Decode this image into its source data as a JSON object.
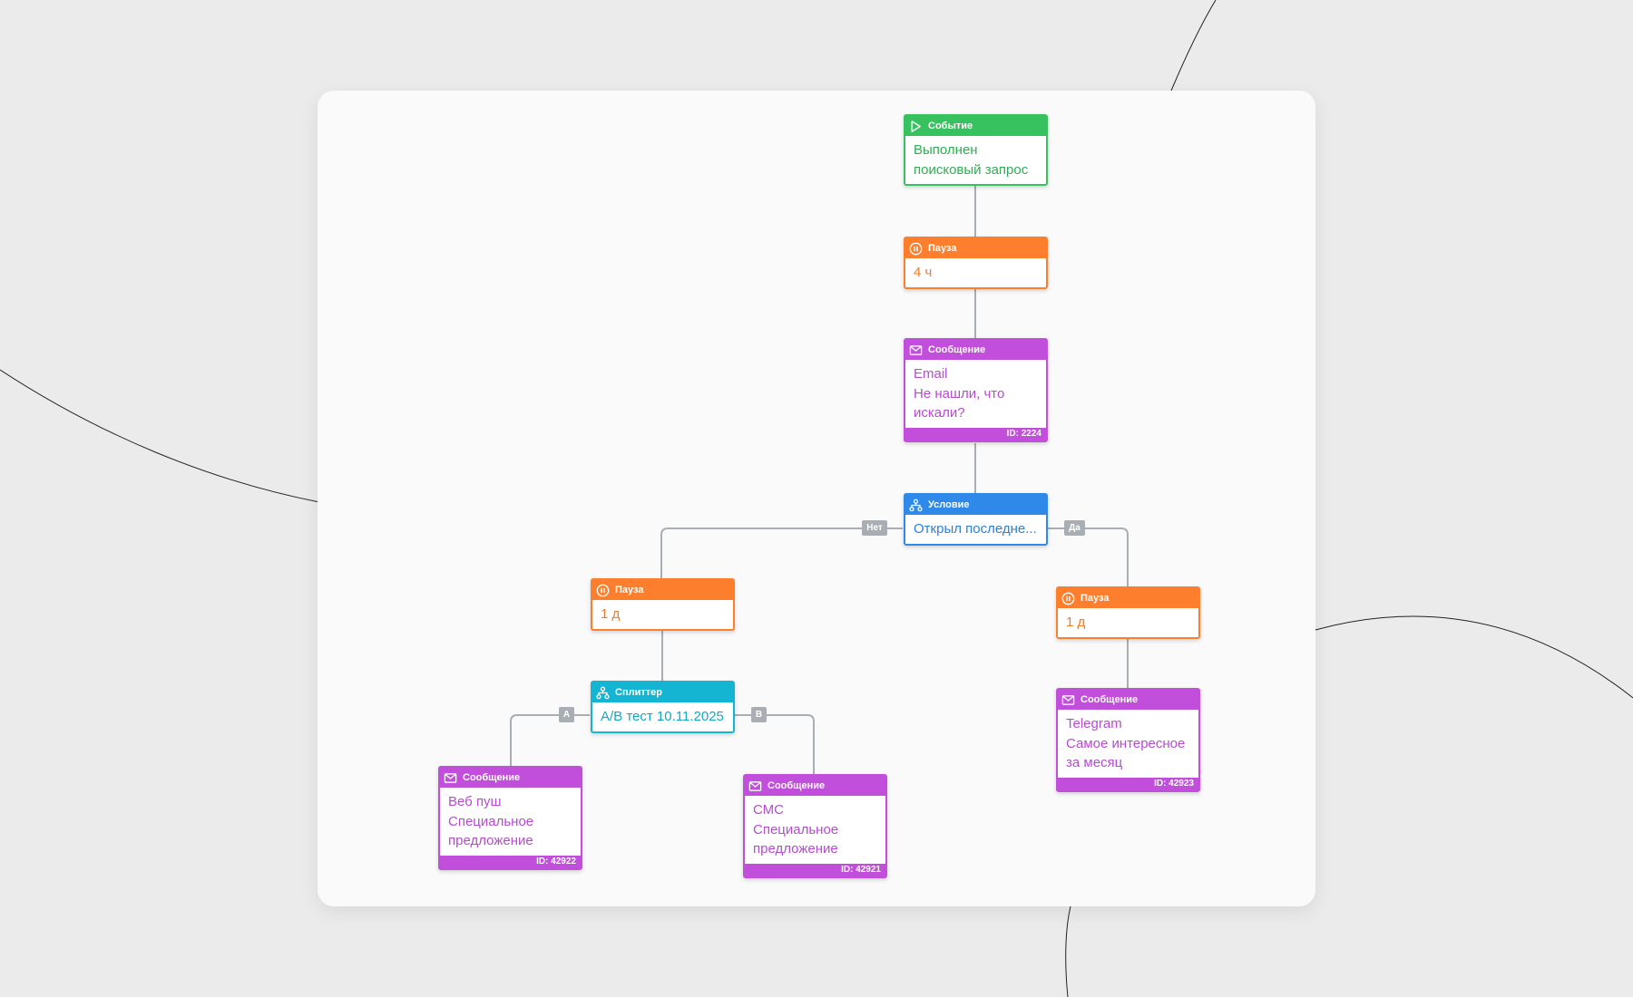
{
  "colors": {
    "event": "#38c25f",
    "pause": "#fd7e2c",
    "message": "#c24fdb",
    "condition": "#2e89e8",
    "splitter": "#14b5d2",
    "connector": "#a9aeb4"
  },
  "nodes": {
    "event": {
      "type": "Событие",
      "icon": "play-icon",
      "text": "Выполнен\nпоисковый запрос"
    },
    "pause_4h": {
      "type": "Пауза",
      "icon": "pause-icon",
      "text": "4 ч"
    },
    "message_email": {
      "type": "Сообщение",
      "icon": "envelope-icon",
      "text": "Email\nНе нашли, что\nискали?",
      "id": "ID: 2224"
    },
    "condition": {
      "type": "Условие",
      "icon": "hierarchy-icon",
      "text": "Открыл последне..."
    },
    "pause_left": {
      "type": "Пауза",
      "icon": "pause-icon",
      "text": "1 д"
    },
    "pause_right": {
      "type": "Пауза",
      "icon": "pause-icon",
      "text": "1 д"
    },
    "splitter": {
      "type": "Сплиттер",
      "icon": "hierarchy-icon",
      "text": "A/B тест 10.11.2025"
    },
    "message_webpush": {
      "type": "Сообщение",
      "icon": "envelope-icon",
      "text": "Веб пуш\nСпециальное\nпредложение",
      "id": "ID: 42922"
    },
    "message_sms": {
      "type": "Сообщение",
      "icon": "envelope-icon",
      "text": "СМС\nСпециальное\nпредложение",
      "id": "ID: 42921"
    },
    "message_telegram": {
      "type": "Сообщение",
      "icon": "envelope-icon",
      "text": "Telegram\nСамое интересное\nза месяц",
      "id": "ID: 42923"
    }
  },
  "branch_labels": {
    "no": "Нет",
    "yes": "Да",
    "a": "A",
    "b": "B"
  }
}
